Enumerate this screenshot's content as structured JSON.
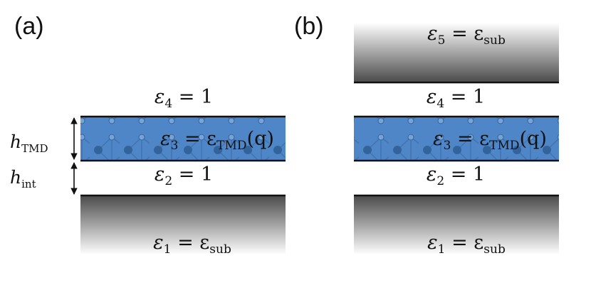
{
  "panels": {
    "a": {
      "label": "(a)",
      "eps4": {
        "sym": "ε",
        "idx": "4",
        "rhs": " = 1"
      },
      "eps3": {
        "sym": "ε",
        "idx": "3",
        "mid": " = ε",
        "sub": "TMD",
        "arg": "(q)"
      },
      "eps2": {
        "sym": "ε",
        "idx": "2",
        "rhs": " = 1"
      },
      "eps1": {
        "sym": "ε",
        "idx": "1",
        "mid": " = ε",
        "sub": "sub"
      },
      "h_tmd": {
        "sym": "h",
        "sub": "TMD"
      },
      "h_int": {
        "sym": "h",
        "sub": "int"
      }
    },
    "b": {
      "label": "(b)",
      "eps5": {
        "sym": "ε",
        "idx": "5",
        "mid": " = ε",
        "sub": "sub"
      },
      "eps4": {
        "sym": "ε",
        "idx": "4",
        "rhs": " = 1"
      },
      "eps3": {
        "sym": "ε",
        "idx": "3",
        "mid": " = ε",
        "sub": "TMD",
        "arg": "(q)"
      },
      "eps2": {
        "sym": "ε",
        "idx": "2",
        "rhs": " = 1"
      },
      "eps1": {
        "sym": "ε",
        "idx": "1",
        "mid": " = ε",
        "sub": "sub"
      }
    }
  },
  "colors": {
    "tmd_fill": "#4f86c8",
    "atom": "#2d5e93",
    "substrate_dark": "#4a4a4a",
    "line": "#111111"
  }
}
